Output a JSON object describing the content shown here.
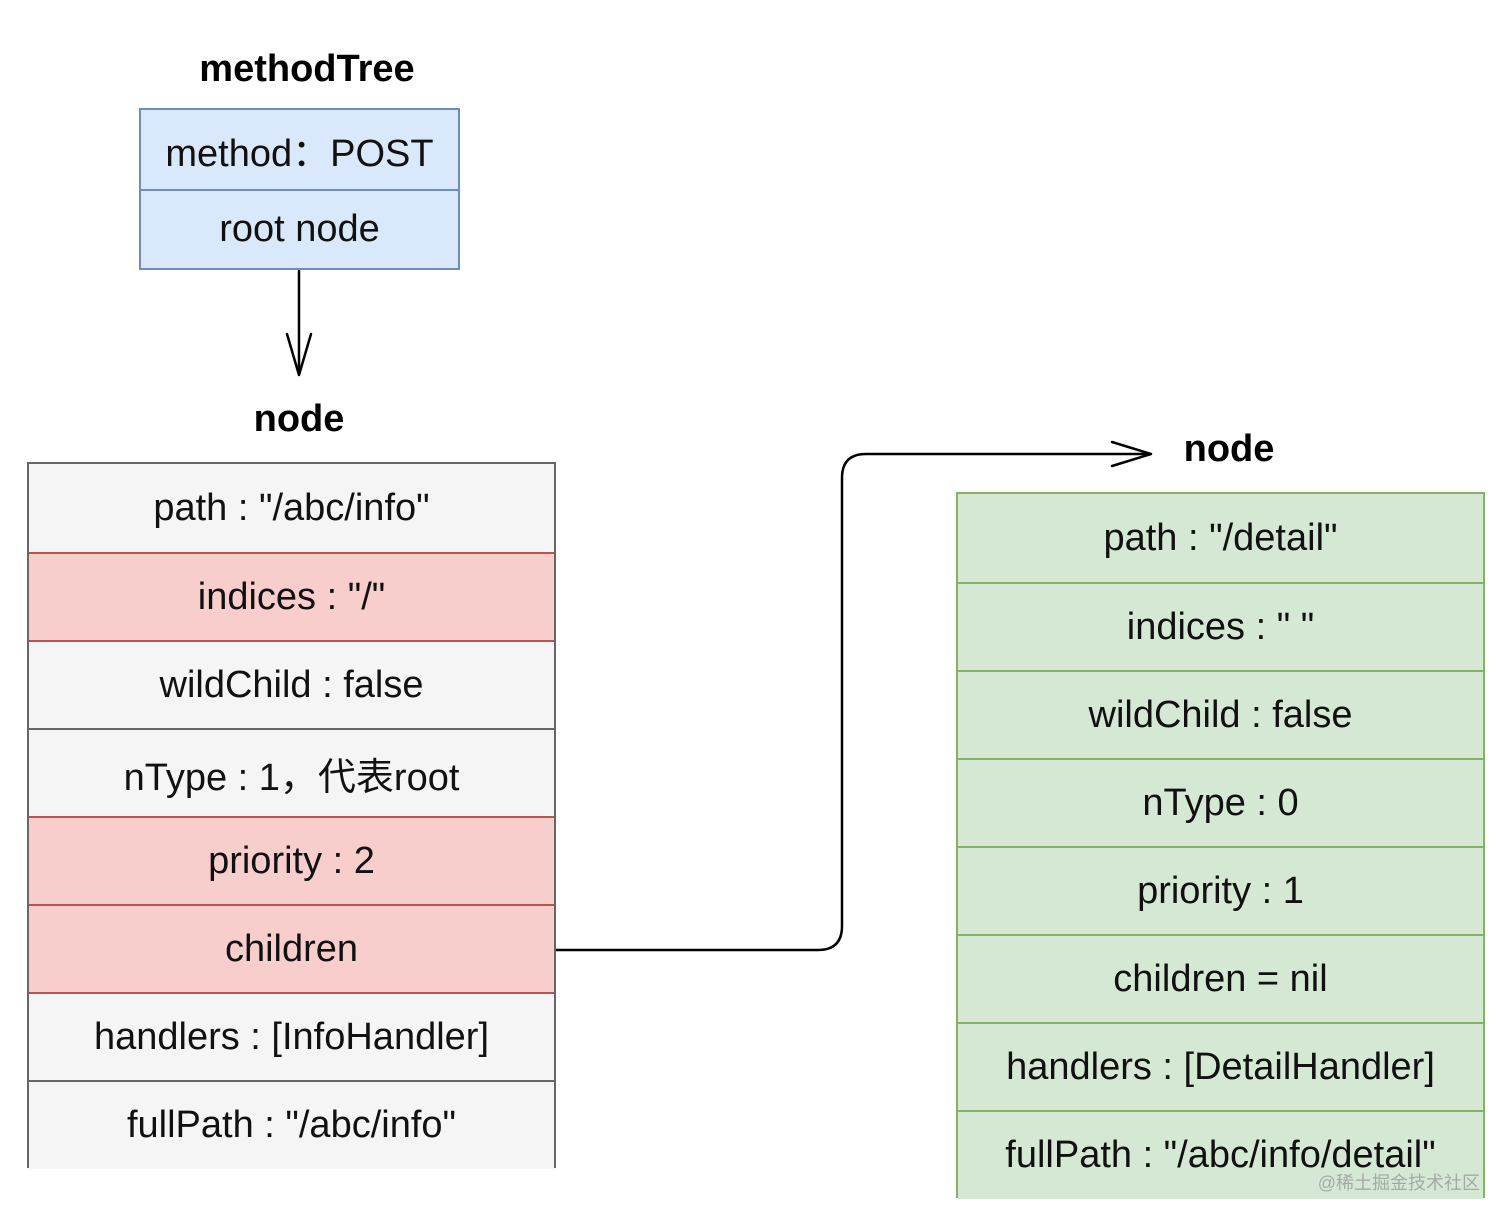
{
  "method_tree": {
    "title": "methodTree",
    "rows": [
      {
        "text": "method：POST"
      },
      {
        "text": "root node"
      }
    ]
  },
  "node_left": {
    "title": "node",
    "rows": [
      {
        "text": "path : \"/abc/info\"",
        "highlight": false
      },
      {
        "text": "indices : \"/\"",
        "highlight": true
      },
      {
        "text": "wildChild : false",
        "highlight": false
      },
      {
        "text": "nType : 1，代表root",
        "highlight": false
      },
      {
        "text": "priority : 2",
        "highlight": true
      },
      {
        "text": "children",
        "highlight": true
      },
      {
        "text": "handlers : [InfoHandler]",
        "highlight": false
      },
      {
        "text": "fullPath : \"/abc/info\"",
        "highlight": false
      }
    ]
  },
  "node_right": {
    "title": "node",
    "rows": [
      {
        "text": "path : \"/detail\""
      },
      {
        "text": "indices : \" \""
      },
      {
        "text": "wildChild : false"
      },
      {
        "text": "nType : 0"
      },
      {
        "text": "priority : 1"
      },
      {
        "text": "children = nil"
      },
      {
        "text": "handlers : [DetailHandler]"
      },
      {
        "text": "fullPath : \"/abc/info/detail\""
      }
    ]
  },
  "edges": [
    {
      "from": "method_tree.rows.1",
      "to": "node_left"
    },
    {
      "from": "node_left.rows.5",
      "to": "node_right"
    }
  ],
  "colors": {
    "method_fill": "#dae8fc",
    "method_stroke": "#6c8ebf",
    "plain_fill": "#f5f5f5",
    "plain_stroke": "#666666",
    "highlight_fill": "#f8cecc",
    "highlight_stroke": "#b85450",
    "green_fill": "#d5e8d4",
    "green_stroke": "#82b366"
  },
  "watermark": "@稀土掘金技术社区"
}
